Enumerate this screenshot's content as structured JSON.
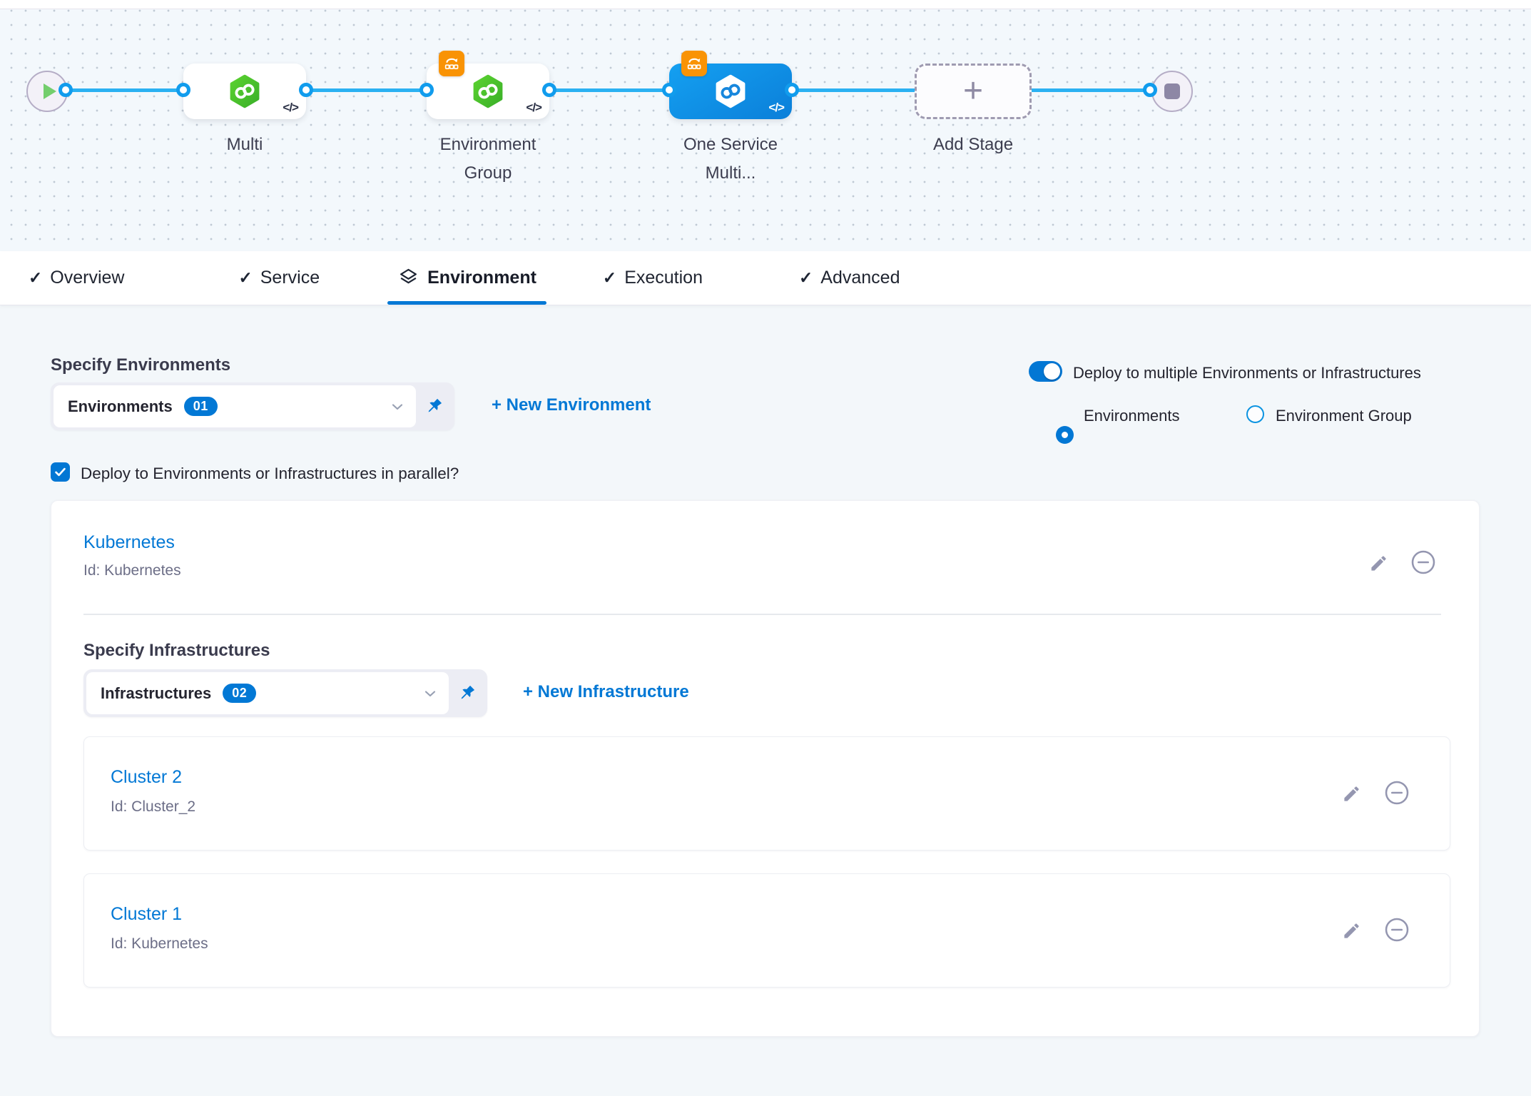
{
  "pipeline": {
    "nodes": {
      "multi": {
        "label": "Multi"
      },
      "environment_group": {
        "label": "Environment Group"
      },
      "one_service": {
        "label": "One Service Multi..."
      },
      "add_stage": {
        "label": "Add Stage"
      }
    }
  },
  "tabs": {
    "items": [
      {
        "label": "Overview"
      },
      {
        "label": "Service"
      },
      {
        "label": "Environment",
        "active": true
      },
      {
        "label": "Execution"
      },
      {
        "label": "Advanced"
      }
    ]
  },
  "environment_section": {
    "specify_environments_label": "Specify Environments",
    "environments_dropdown": {
      "label": "Environments",
      "count_badge": "01"
    },
    "new_environment_link": "+ New Environment",
    "deploy_multiple_toggle_label": "Deploy to multiple Environments or Infrastructures",
    "radio_environments_label": "Environments",
    "radio_environment_group_label": "Environment Group",
    "parallel_checkbox_label": "Deploy to Environments or Infrastructures in parallel?"
  },
  "environment_card": {
    "name": "Kubernetes",
    "id": "Id: Kubernetes",
    "specify_infrastructures_label": "Specify Infrastructures",
    "infrastructures_dropdown": {
      "label": "Infrastructures",
      "count_badge": "02"
    },
    "new_infrastructure_link": "+ New Infrastructure",
    "infrastructures": [
      {
        "name": "Cluster 2",
        "id": "Id: Cluster_2"
      },
      {
        "name": "Cluster 1",
        "id": "Id: Kubernetes"
      }
    ]
  },
  "glyphs": {
    "check": "✓",
    "code": "</>",
    "plus": "+"
  },
  "colors": {
    "primary_blue": "#0278d5",
    "connector_blue": "#2bb1f2",
    "node_blue": "#0b8ce2",
    "service_green": "#4cc737",
    "badge_orange": "#f99305",
    "canvas_bg": "#f3f8fc",
    "panel_bg": "#f3f7fa",
    "muted_icon": "#9496b0",
    "text_dark": "#24242f",
    "id_gray": "#6c6e87"
  }
}
